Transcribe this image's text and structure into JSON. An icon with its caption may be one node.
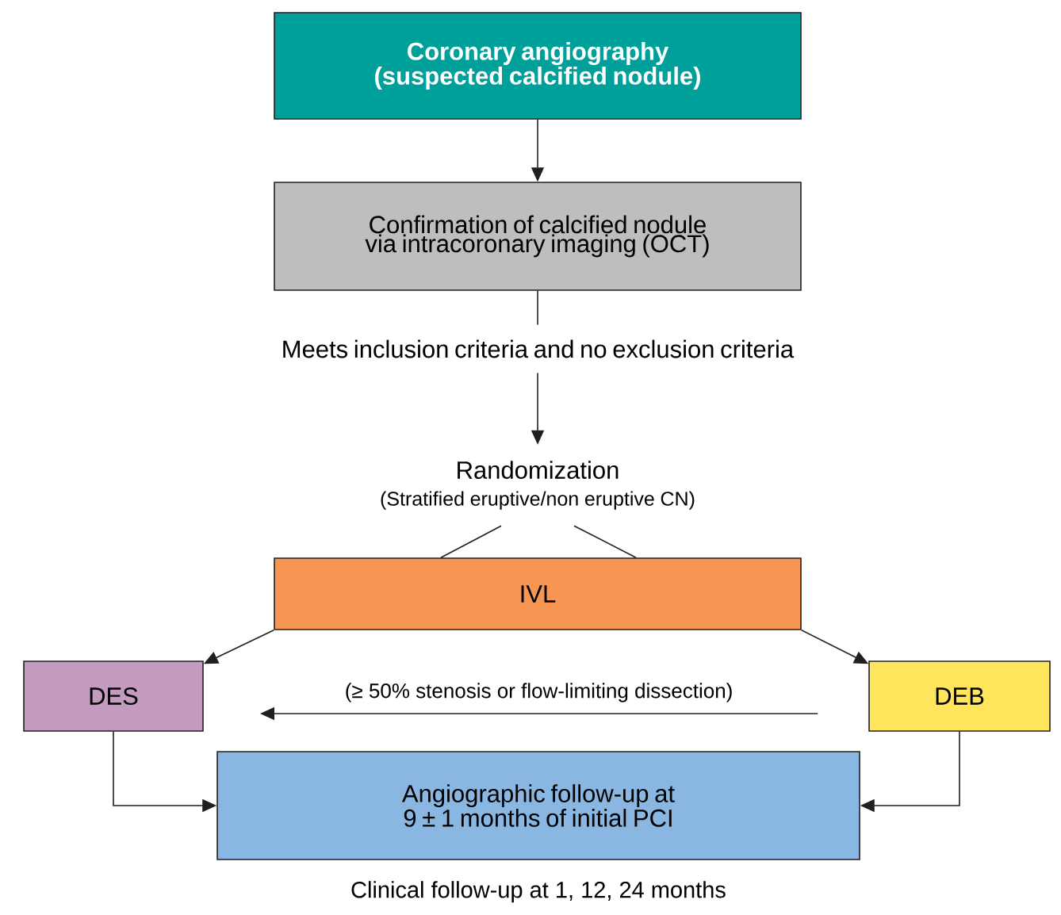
{
  "diagram": {
    "nodes": [
      {
        "text": [
          "Coronary angiography (suspected calcified nodule)"
        ]
      },
      {
        "text": [
          "Confirmation of calcified nodule via intracoronary imaging (OCT)"
        ]
      },
      {
        "text": [
          "Meets inclusion criteria and no exclusion criteria"
        ]
      },
      {
        "text": [
          "Randomization",
          "(Stratified eruptive/non eruptive CN)"
        ]
      },
      {
        "text": [
          "IVL"
        ]
      },
      {
        "text": [
          "DES"
        ]
      },
      {
        "text": [
          "DEB"
        ]
      },
      {
        "text": [
          "Angiographic follow-up at 9 ± 1 months of initial PCI"
        ],
        "beside": [
          "Clinical follow-up at 1, 12, 24 months"
        ]
      }
    ],
    "edges": [
      {
        "from": 0,
        "to": 1,
        "arrow": "to"
      },
      {
        "from": 1,
        "to": 2,
        "arrow": "none"
      },
      {
        "from": 2,
        "to": 3,
        "arrow": "to"
      },
      {
        "from": 3,
        "to": 4,
        "arrow": "none"
      },
      {
        "from": 3,
        "to": 4,
        "arrow": "none"
      },
      {
        "from": 4,
        "to": 5,
        "arrow": "to"
      },
      {
        "from": 4,
        "to": 6,
        "arrow": "to"
      },
      {
        "from": 6,
        "to": null,
        "arrow": "to",
        "label": "(≥ 50% stenosis or flow-limiting dissection)"
      },
      {
        "from": 5,
        "to": 7,
        "arrow": "to"
      },
      {
        "from": 6,
        "to": 7,
        "arrow": "to"
      }
    ]
  }
}
